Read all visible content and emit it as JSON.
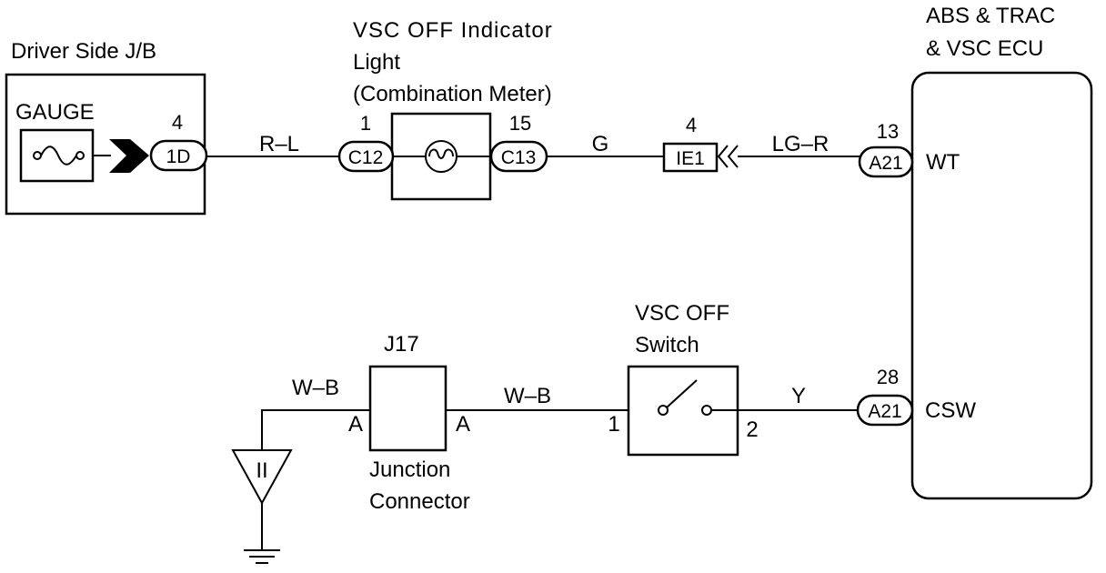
{
  "jb": {
    "title": "Driver Side J/B",
    "gauge_label": "GAUGE",
    "pin": "4",
    "connector": "1D"
  },
  "wires": {
    "rl": "R–L",
    "g": "G",
    "lgr": "LG–R",
    "wb1": "W–B",
    "wb2": "W–B",
    "y": "Y"
  },
  "indicator": {
    "title_line1": "VSC OFF Indicator",
    "title_line2": "Light",
    "title_line3": "(Combination Meter)",
    "pin_in": "1",
    "conn_in": "C12",
    "pin_out": "15",
    "conn_out": "C13"
  },
  "ie1": {
    "pin": "4",
    "connector": "IE1"
  },
  "ecu": {
    "title_line1": "ABS & TRAC",
    "title_line2": "& VSC ECU",
    "wt_pin": "13",
    "wt_conn": "A21",
    "wt_label": "WT",
    "csw_pin": "28",
    "csw_conn": "A21",
    "csw_label": "CSW"
  },
  "junction": {
    "id": "J17",
    "pin_left": "A",
    "pin_right": "A",
    "caption_line1": "Junction",
    "caption_line2": "Connector"
  },
  "switch": {
    "title_line1": "VSC OFF",
    "title_line2": "Switch",
    "pin_left": "1",
    "pin_right": "2"
  },
  "ground": {
    "label": "II"
  }
}
